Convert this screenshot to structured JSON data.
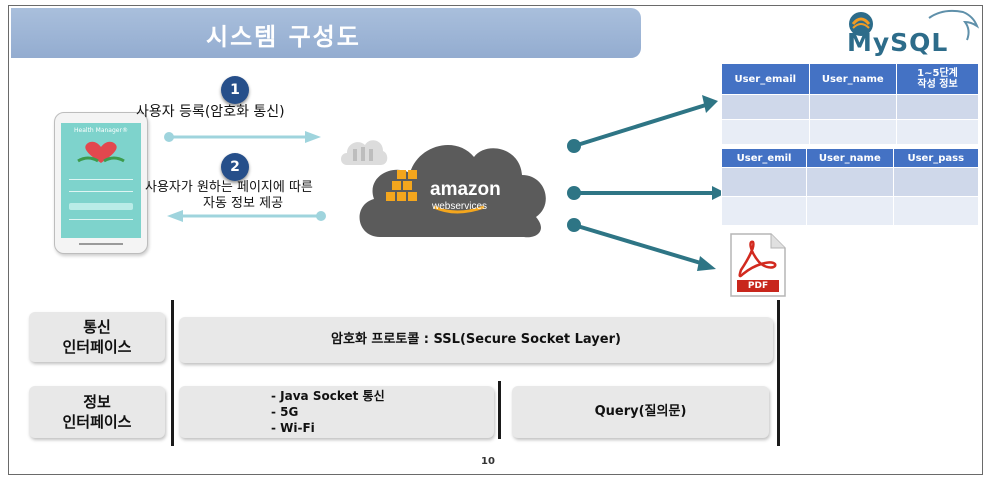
{
  "title": "시스템 구성도",
  "logos": {
    "mysql": "MySQL",
    "amazon": "amazon",
    "webservices": "webservices",
    "pdf": "PDF",
    "phone_app": "Health Manager®"
  },
  "steps": [
    {
      "number": "1",
      "label": "사용자 등록(암호화 통신)"
    },
    {
      "number": "2",
      "label_line1": "사용자가 원하는 페이지에 따른",
      "label_line2": "자동 정보 제공"
    }
  ],
  "tables": [
    {
      "headers": [
        "User_email",
        "User_name",
        "1~5단계",
        "작성 정보"
      ]
    },
    {
      "headers": [
        "User_emil",
        "User_name",
        "User_pass"
      ]
    }
  ],
  "interfaces": {
    "comm_label_line1": "통신",
    "comm_label_line2": "인터페이스",
    "comm_content": "암호화 프로토콜 : SSL(Secure Socket Layer)",
    "info_label_line1": "정보",
    "info_label_line2": "인터페이스",
    "info_items": [
      "- Java Socket 통신",
      "- 5G",
      "- Wi-Fi"
    ],
    "query": "Query(질의문)"
  },
  "page_number": "10",
  "colors": {
    "title_bar": "#9db5d8",
    "step_circle": "#264f8a",
    "connector": "#2e7585",
    "table_header": "#4472c4",
    "arrow_light": "#9fd4dd"
  }
}
